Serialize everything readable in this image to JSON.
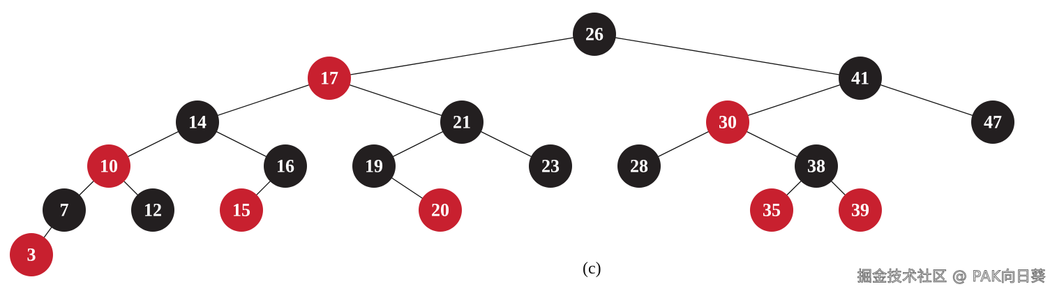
{
  "caption": "(c)",
  "watermark": "掘金技术社区 @ PAK向日葵",
  "colors": {
    "red": "#c8202f",
    "black": "#231f20",
    "edge": "#111111",
    "text": "#ffffff"
  },
  "tree": {
    "nodes": [
      {
        "key": "26",
        "color": "black"
      },
      {
        "key": "17",
        "color": "red"
      },
      {
        "key": "41",
        "color": "black"
      },
      {
        "key": "14",
        "color": "black"
      },
      {
        "key": "21",
        "color": "black"
      },
      {
        "key": "30",
        "color": "red"
      },
      {
        "key": "47",
        "color": "black"
      },
      {
        "key": "10",
        "color": "red"
      },
      {
        "key": "16",
        "color": "black"
      },
      {
        "key": "19",
        "color": "black"
      },
      {
        "key": "23",
        "color": "black"
      },
      {
        "key": "28",
        "color": "black"
      },
      {
        "key": "38",
        "color": "black"
      },
      {
        "key": "7",
        "color": "black"
      },
      {
        "key": "12",
        "color": "black"
      },
      {
        "key": "15",
        "color": "red"
      },
      {
        "key": "20",
        "color": "red"
      },
      {
        "key": "35",
        "color": "red"
      },
      {
        "key": "39",
        "color": "red"
      },
      {
        "key": "3",
        "color": "red"
      }
    ],
    "edges": [
      [
        "26",
        "17"
      ],
      [
        "26",
        "41"
      ],
      [
        "17",
        "14"
      ],
      [
        "17",
        "21"
      ],
      [
        "41",
        "30"
      ],
      [
        "41",
        "47"
      ],
      [
        "14",
        "10"
      ],
      [
        "14",
        "16"
      ],
      [
        "21",
        "19"
      ],
      [
        "21",
        "23"
      ],
      [
        "30",
        "28"
      ],
      [
        "30",
        "38"
      ],
      [
        "10",
        "7"
      ],
      [
        "10",
        "12"
      ],
      [
        "16",
        "15"
      ],
      [
        "19",
        "20"
      ],
      [
        "38",
        "35"
      ],
      [
        "38",
        "39"
      ],
      [
        "7",
        "3"
      ]
    ]
  }
}
